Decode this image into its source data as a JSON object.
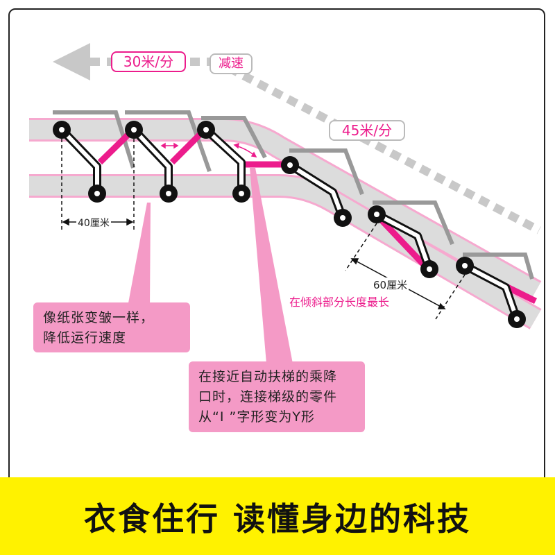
{
  "speed_labels": {
    "slow": "30米/分",
    "decelerate": "减速",
    "fast": "45米/分"
  },
  "dimensions": {
    "flat_step": "40厘米",
    "slope_step": "60厘米",
    "slope_note": "在倾斜部分长度最长"
  },
  "notes": {
    "fold": {
      "lines": [
        "像纸张变皱一样，",
        "降低运行速度"
      ]
    },
    "link": {
      "lines": [
        "在接近自动扶梯的乘降",
        "口时，连接梯级的零件",
        "从“Ⅰ ”字形变为Y形"
      ]
    }
  },
  "footer": {
    "title": "衣食住行  读懂身边的科技"
  },
  "colors": {
    "accent": "#ec1c8c",
    "rail_pink": "#f6a9cf",
    "track_gray": "#dcdcdc",
    "arrow_gray": "#c8c8c8",
    "step_gray": "#999999",
    "note_bg": "#f49ac6",
    "footer_bg": "#fff200"
  }
}
